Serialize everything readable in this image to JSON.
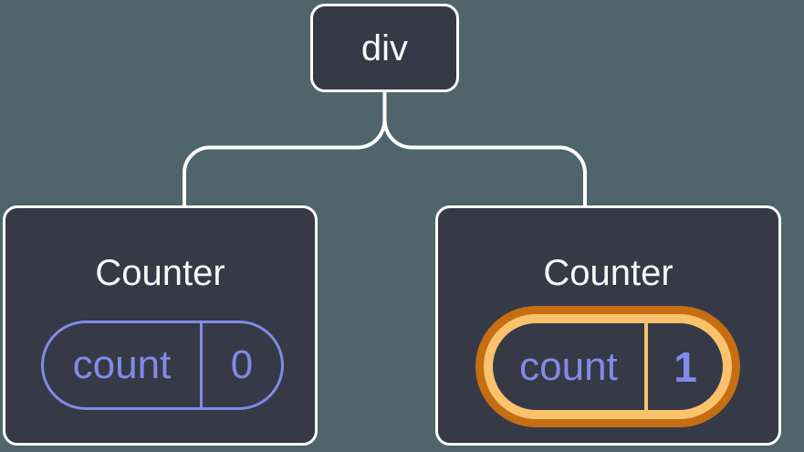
{
  "diagram": {
    "description": "React component tree: a div parent with two Counter children; the second Counter's state is highlighted",
    "root_node": {
      "label": "div"
    },
    "counters": [
      {
        "title": "Counter",
        "state_key": "count",
        "state_value": "0",
        "highlighted": false
      },
      {
        "title": "Counter",
        "state_key": "count",
        "state_value": "1",
        "highlighted": true
      }
    ],
    "icons": {
      "sparkle_large": "sparkle-icon",
      "sparkle_small": "sparkle-icon"
    },
    "colors": {
      "background": "#4f646b",
      "node_fill": "#353a46",
      "node_border": "#ffffff",
      "connector": "#ffffff",
      "text_primary": "#f6f7f9",
      "state_purple": "#8389e8",
      "highlight_orange_dark": "#c56e14",
      "highlight_orange_light": "#fac26d",
      "sparkle": "#fabd62"
    }
  }
}
